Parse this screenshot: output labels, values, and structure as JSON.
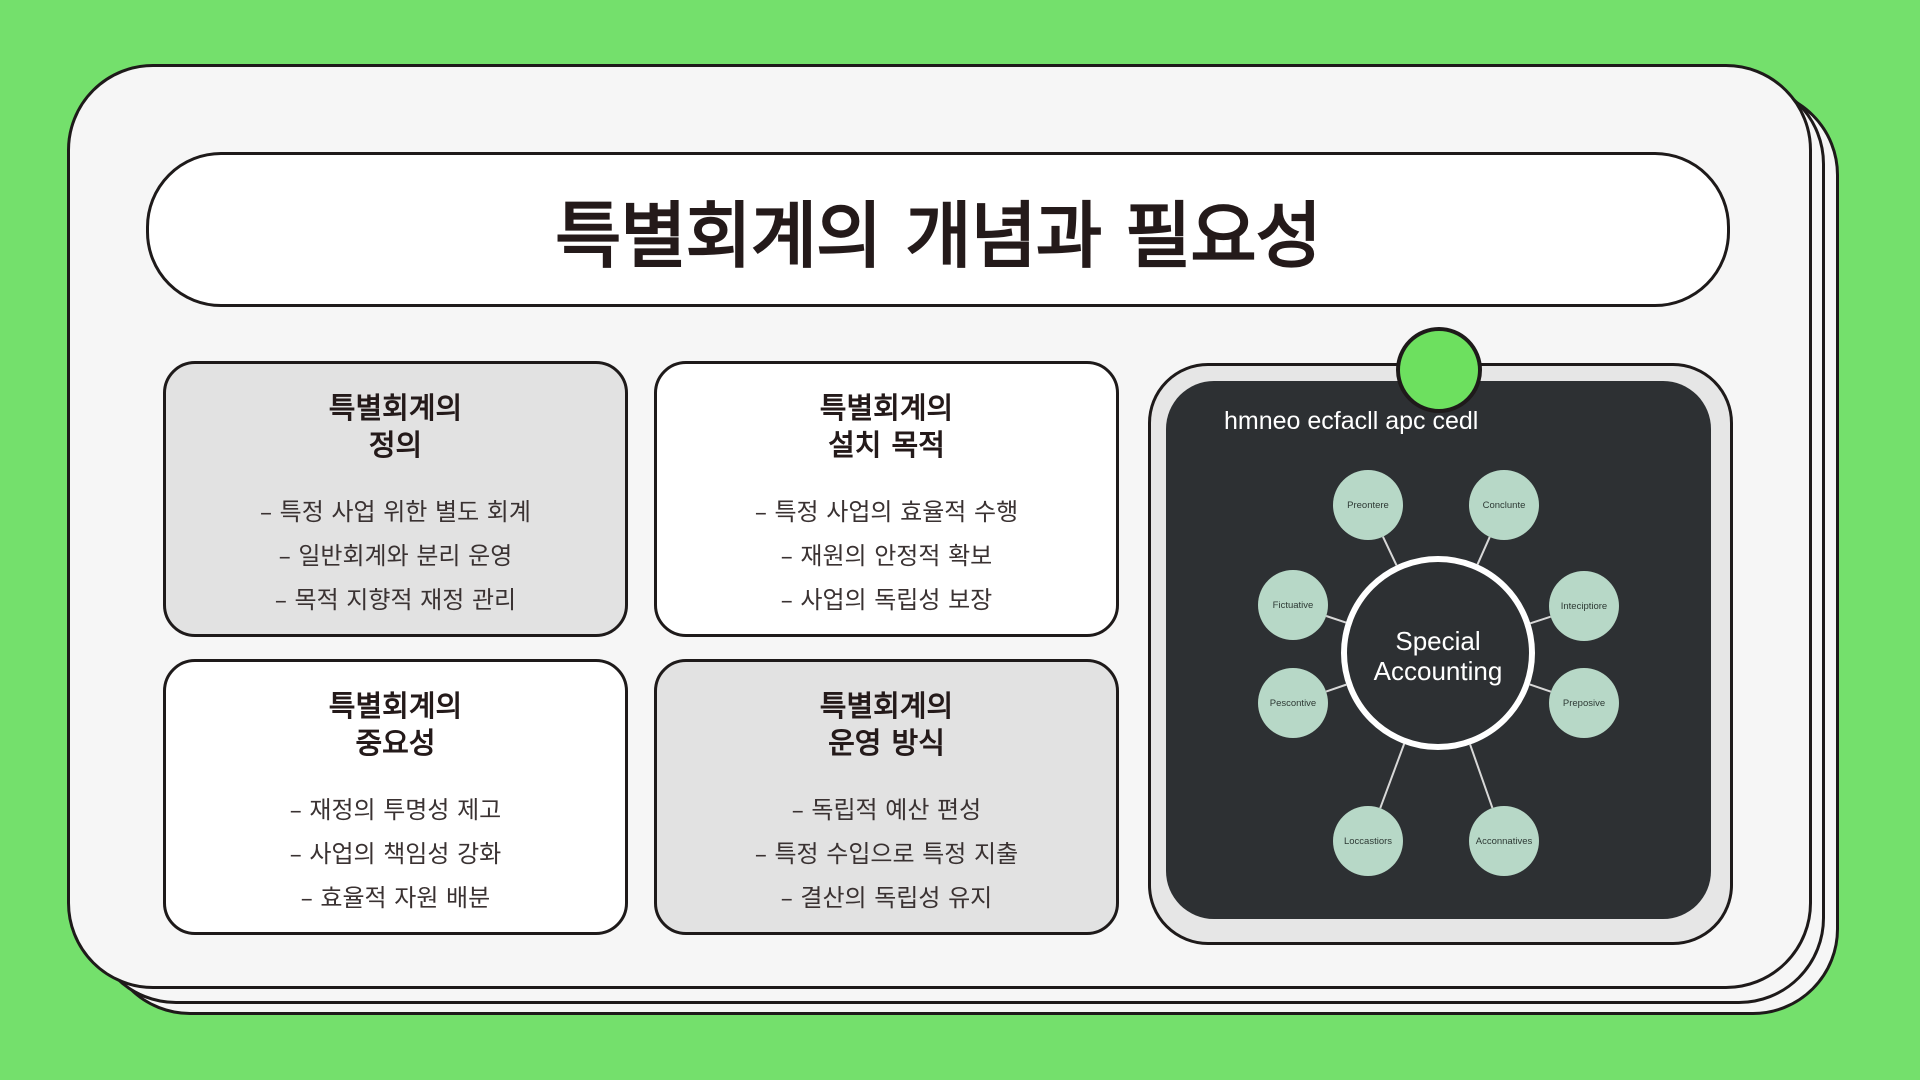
{
  "title": "특별회계의 개념과 필요성",
  "cards": [
    {
      "title_line1": "특별회계의",
      "title_line2": "정의",
      "items": [
        "– 특정 사업 위한 별도 회계",
        "– 일반회계와 분리 운영",
        "– 목적 지향적 재정 관리"
      ]
    },
    {
      "title_line1": "특별회계의",
      "title_line2": "설치 목적",
      "items": [
        "– 특정 사업의 효율적 수행",
        "– 재원의 안정적 확보",
        "– 사업의 독립성 보장"
      ]
    },
    {
      "title_line1": "특별회계의",
      "title_line2": "중요성",
      "items": [
        "– 재정의 투명성 제고",
        "– 사업의 책임성 강화",
        "– 효율적 자원 배분"
      ]
    },
    {
      "title_line1": "특별회계의",
      "title_line2": "운영 방식",
      "items": [
        "– 독립적 예산 편성",
        "– 특정 수입으로 특정 지출",
        "– 결산의 독립성 유지"
      ]
    }
  ],
  "diagram": {
    "heading": "hmneo ecfacll apc cedl",
    "center_line1": "Special",
    "center_line2": "Accounting",
    "nodes": [
      "Preontere",
      "Conclunte",
      "Fictuative",
      "Inteciptiore",
      "Pescontive",
      "Preposive",
      "Loccastiors",
      "Acconnatives"
    ],
    "colors": {
      "node_fill": "#b7d8c7",
      "panel_bg": "#2d3033",
      "ring": "#ffffff",
      "pin": "#6de05f"
    }
  }
}
